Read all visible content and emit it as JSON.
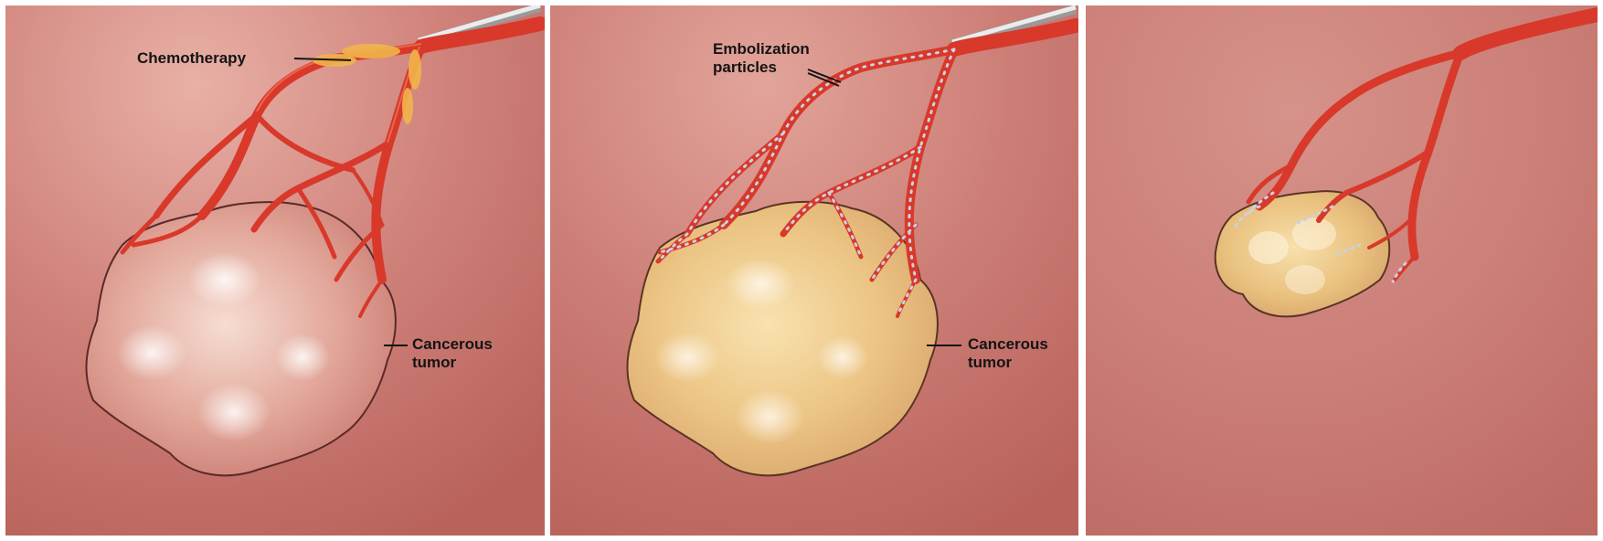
{
  "panels": [
    {
      "id": "chemotherapy-panel",
      "labels": {
        "chemotherapy": "Chemotherapy",
        "tumor": "Cancerous\ntumor"
      }
    },
    {
      "id": "embolization-panel",
      "labels": {
        "embolization": "Embolization\nparticles",
        "tumor": "Cancerous\ntumor"
      }
    },
    {
      "id": "shrunken-tumor-panel",
      "labels": {}
    }
  ],
  "colors": {
    "tissue": "#c46e66",
    "tissue_light": "#dc9a90",
    "vessel": "#d8392a",
    "vessel_highlight": "#f07a5a",
    "tumor_panel1": "#e6b4a8",
    "tumor_embolized": "#e9c17e",
    "chemo_deposit": "#f2b54a",
    "particle": "#c9d2e6",
    "catheter": "#d8d8d8"
  }
}
